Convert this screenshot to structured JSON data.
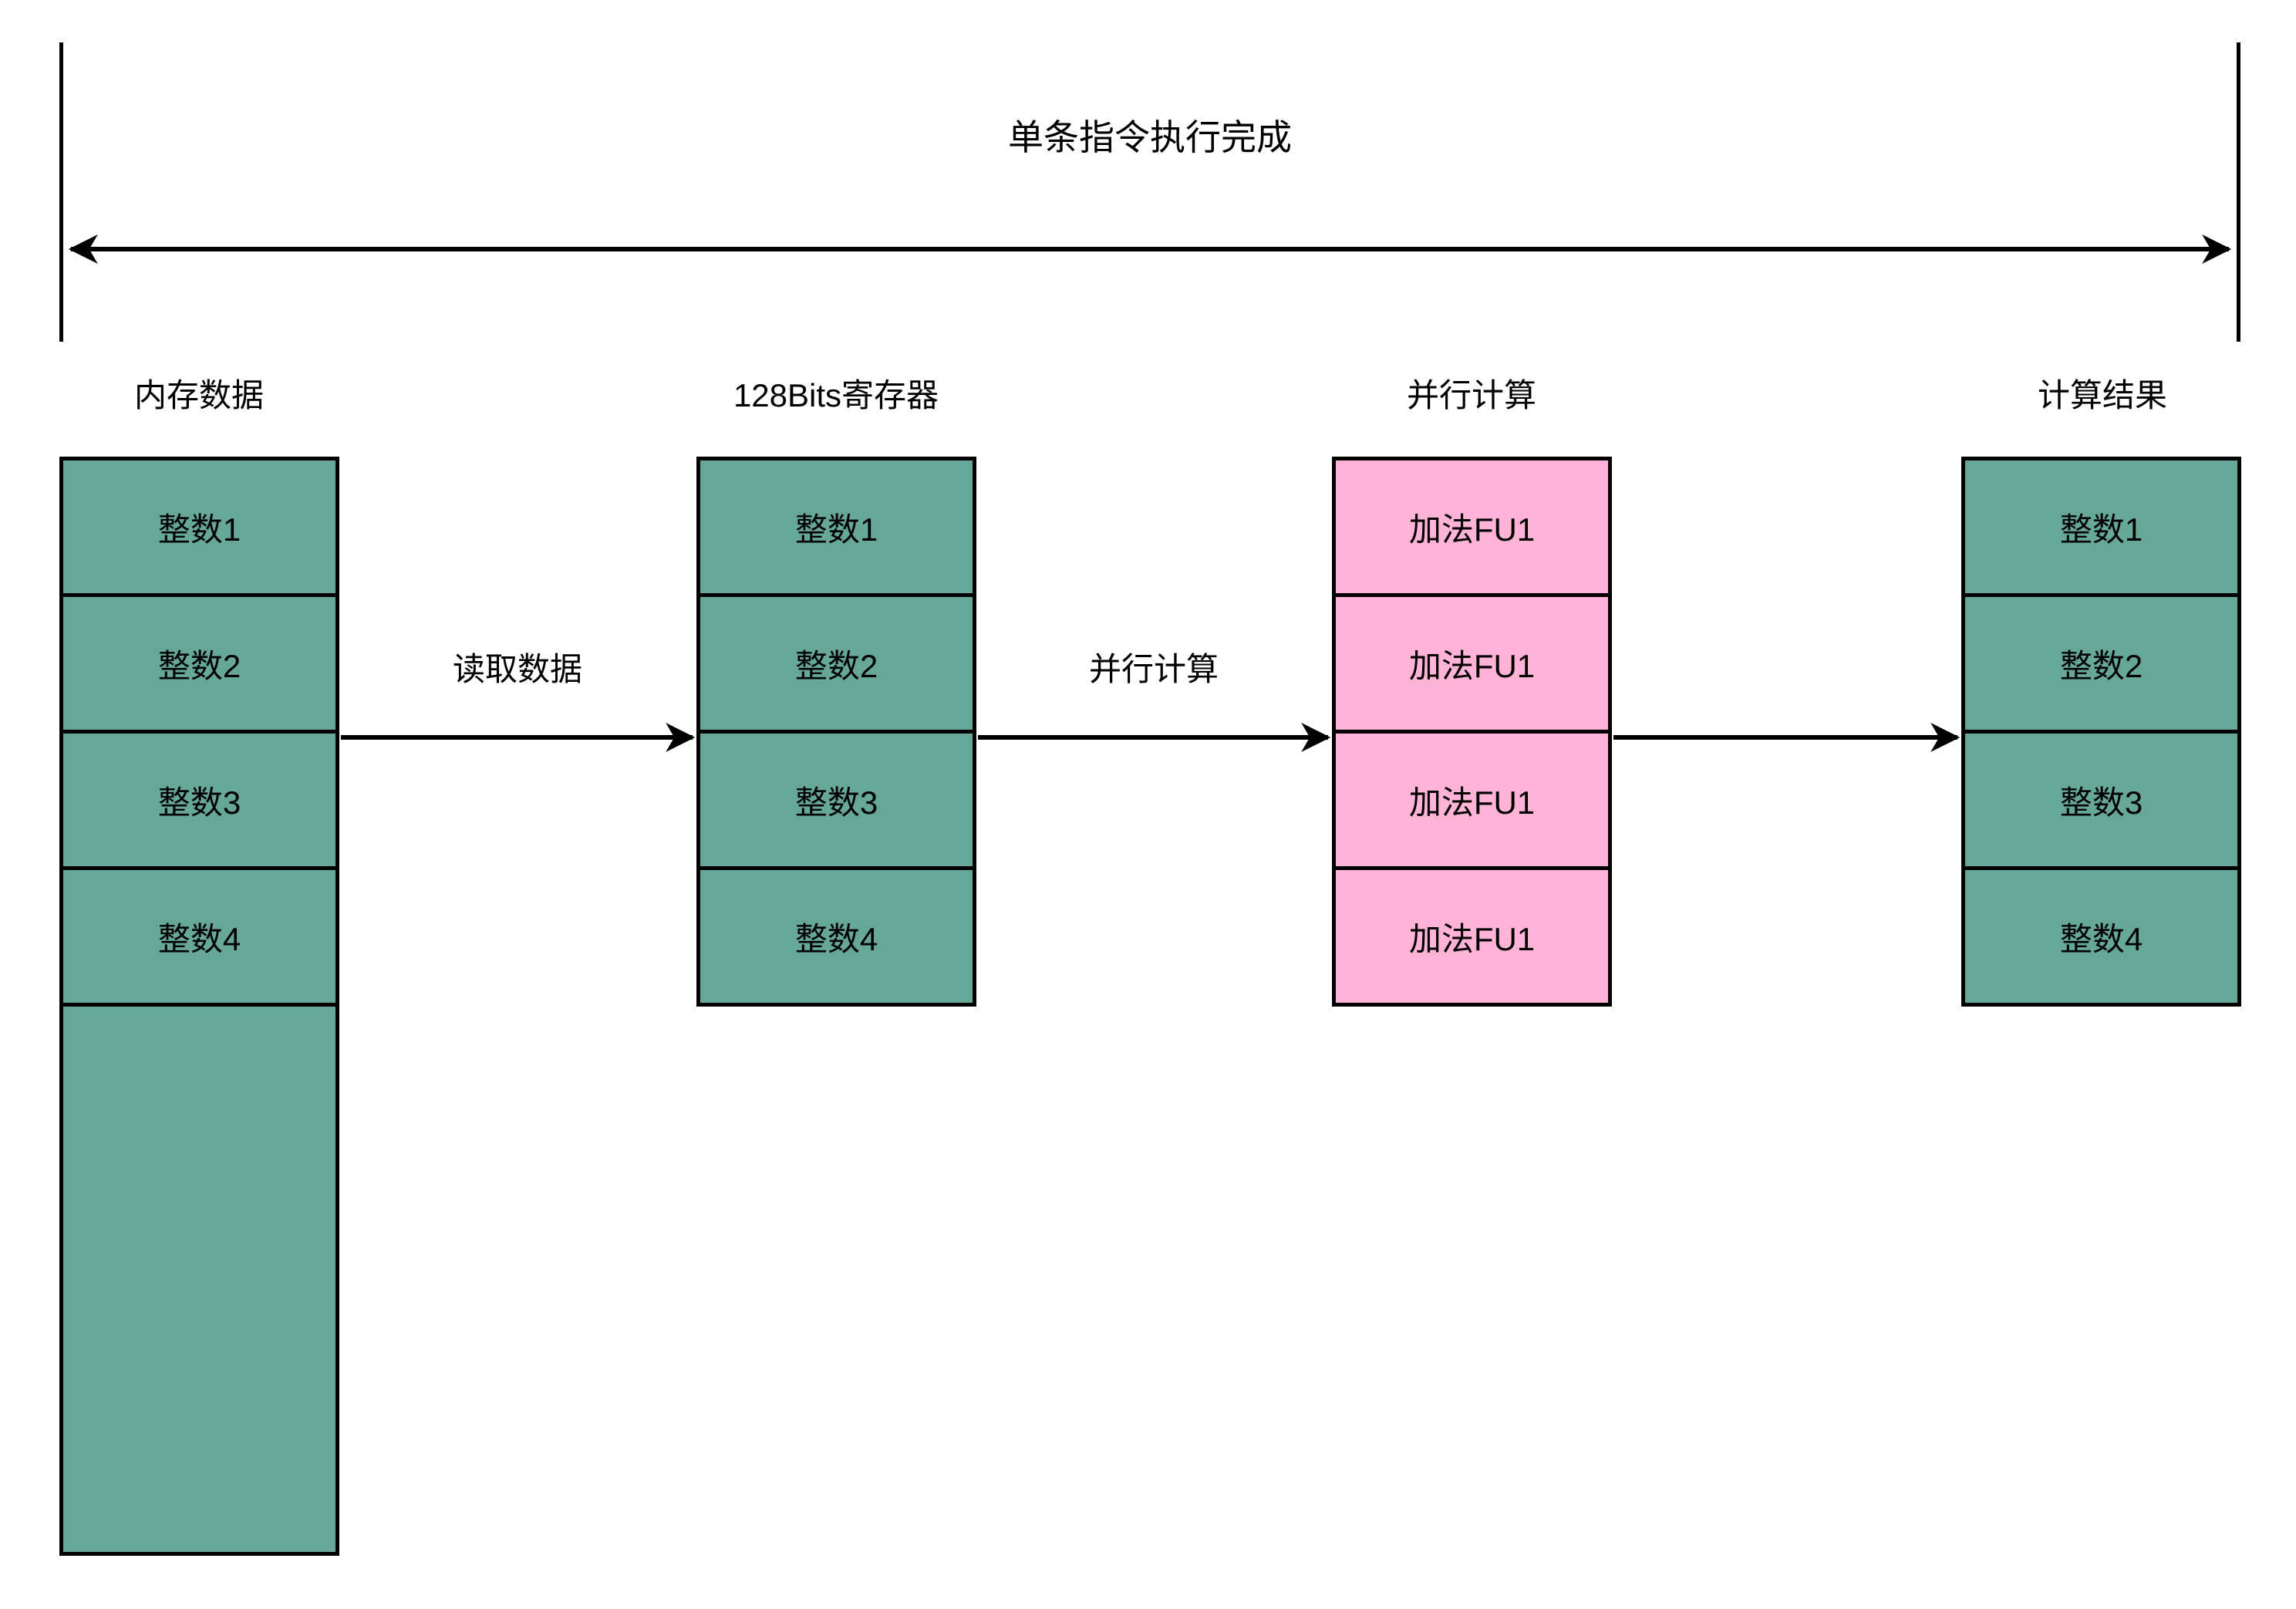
{
  "title": "单条指令执行完成",
  "colors": {
    "box_green": "#67A797",
    "box_pink": "#FFB3D6",
    "line": "#000000",
    "background": "#FFFFFF"
  },
  "columns": [
    {
      "header": "内存数据",
      "fill": "green",
      "rows": [
        "整数1",
        "整数2",
        "整数3",
        "整数4"
      ],
      "has_empty_tail_block": true
    },
    {
      "header": "128Bits寄存器",
      "fill": "green",
      "rows": [
        "整数1",
        "整数2",
        "整数3",
        "整数4"
      ]
    },
    {
      "header": "并行计算",
      "fill": "pink",
      "rows": [
        "加法FU1",
        "加法FU1",
        "加法FU1",
        "加法FU1"
      ]
    },
    {
      "header": "计算结果",
      "fill": "green",
      "rows": [
        "整数1",
        "整数2",
        "整数3",
        "整数4"
      ]
    }
  ],
  "arrows": [
    {
      "from": "内存数据",
      "to": "128Bits寄存器",
      "label": "读取数据"
    },
    {
      "from": "128Bits寄存器",
      "to": "并行计算",
      "label": "并行计算"
    },
    {
      "from": "并行计算",
      "to": "计算结果",
      "label": ""
    }
  ],
  "span_arrow": {
    "label": "单条指令执行完成",
    "double_headed": true
  }
}
